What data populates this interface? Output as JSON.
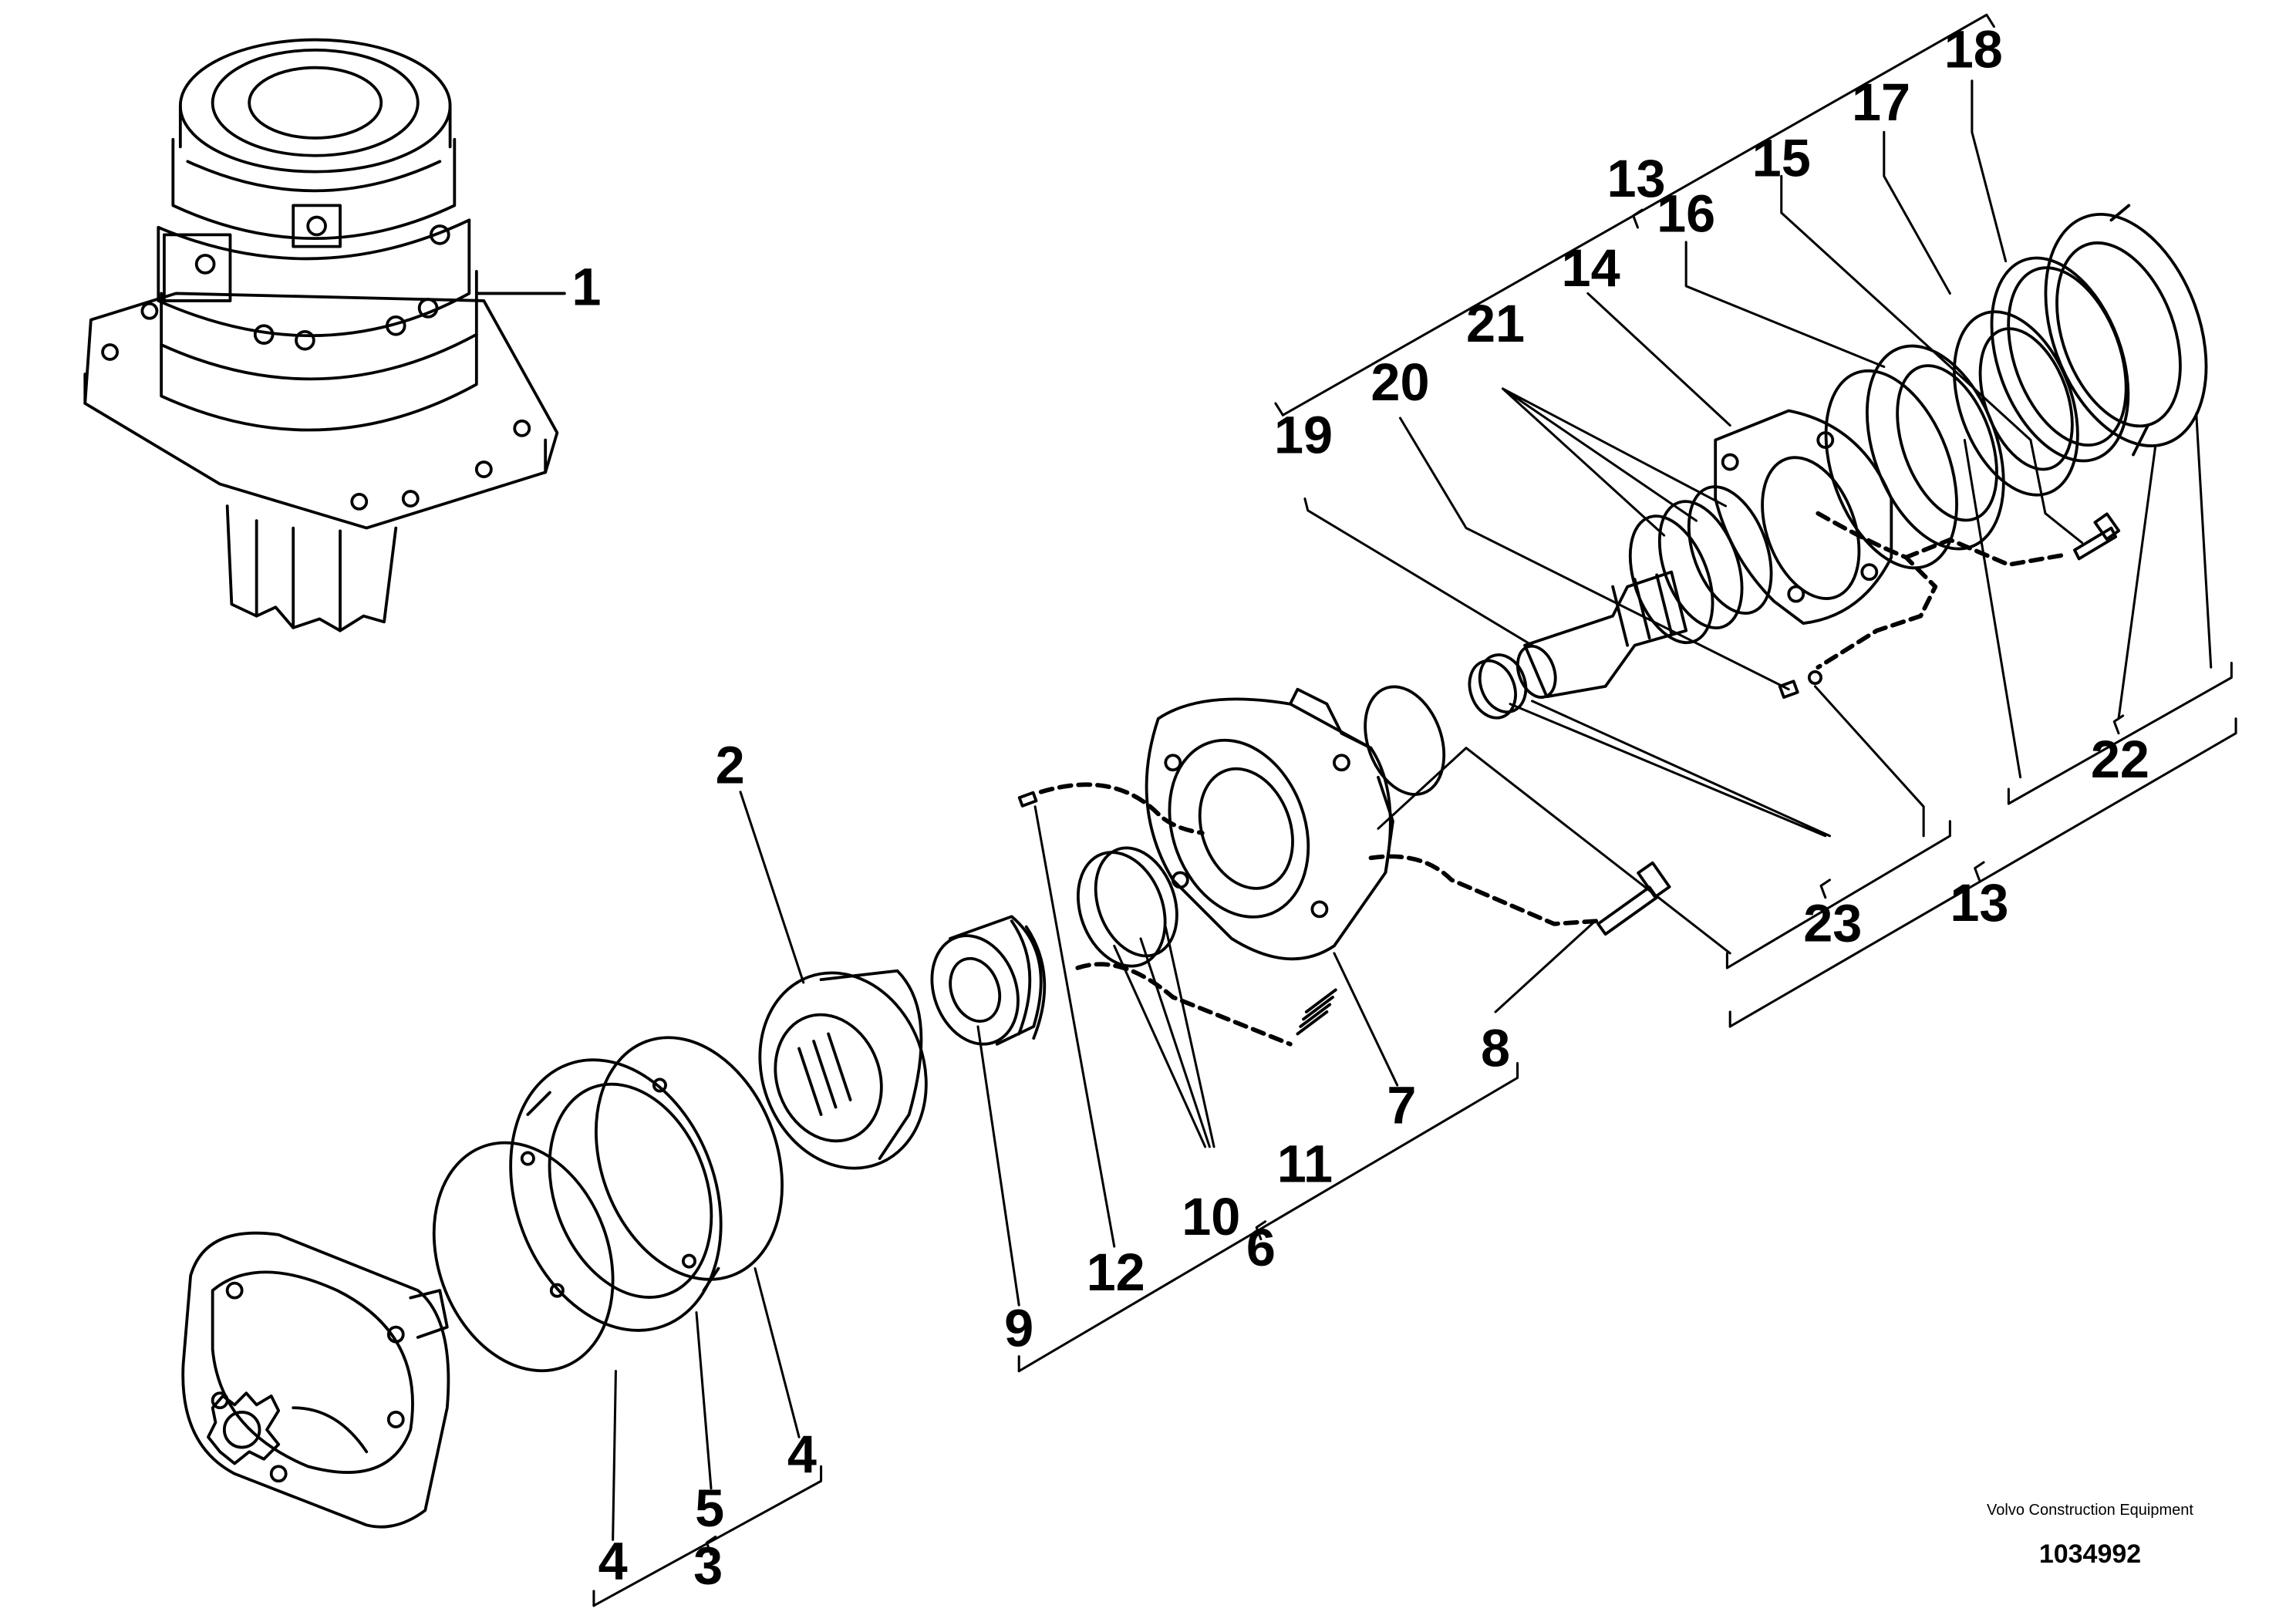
{
  "callouts": {
    "c1": "1",
    "c2": "2",
    "c3": "3",
    "c4a": "4",
    "c4b": "4",
    "c5": "5",
    "c6": "6",
    "c7": "7",
    "c8": "8",
    "c9": "9",
    "c10": "10",
    "c11": "11",
    "c12": "12",
    "c13a": "13",
    "c13b": "13",
    "c14": "14",
    "c15": "15",
    "c16": "16",
    "c17": "17",
    "c18": "18",
    "c19": "19",
    "c20": "20",
    "c21": "21",
    "c22": "22",
    "c23": "23"
  },
  "credit": {
    "company": "Volvo Construction Equipment",
    "number": "1034992"
  }
}
